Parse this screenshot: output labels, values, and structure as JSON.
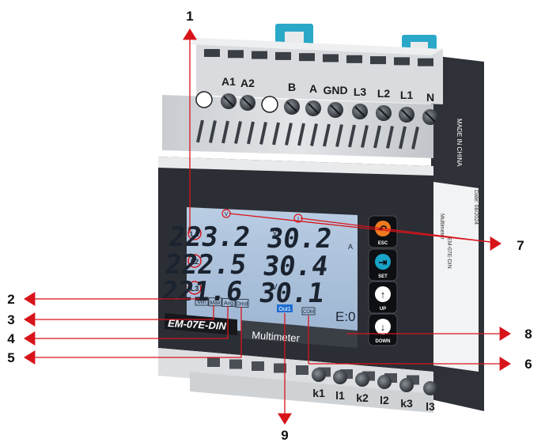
{
  "terminals_top": [
    "A1",
    "A2",
    "B",
    "A",
    "GND",
    "L3",
    "L2",
    "L1",
    "N"
  ],
  "terminals_bottom": [
    "k1",
    "l1",
    "k2",
    "l2",
    "k3",
    "l3"
  ],
  "brand": "EM-07E-DIN",
  "device_name": "Multimeter",
  "side_text": [
    "MADE IN CHINA",
    "Date: 08/2024",
    "Multimeter",
    "EM-07E-DIN"
  ],
  "lcd": {
    "phase_labels": [
      "L1",
      "L2",
      "L3"
    ],
    "voltage_values": [
      "223.2",
      "222.5",
      "221.6"
    ],
    "current_values": [
      "30.2",
      "30.4",
      "30.1"
    ],
    "voltage_unit": "V",
    "current_unit": "A",
    "top_markers": [
      "V",
      "I"
    ],
    "mode_tags": [
      "Min",
      "Max",
      "Avg",
      "Dmd"
    ],
    "out_tag": "Out1",
    "com_tag": "COM",
    "error_text": "E:0"
  },
  "buttons": [
    {
      "label": "ESC",
      "color": "#f07a1e",
      "glyph": "↶"
    },
    {
      "label": "SET",
      "color": "#1aa3c8",
      "glyph": "⇥"
    },
    {
      "label": "UP",
      "color": "#ffffff",
      "glyph": "↑"
    },
    {
      "label": "DOWN",
      "color": "#ffffff",
      "glyph": "↓"
    }
  ],
  "callouts": [
    "1",
    "2",
    "3",
    "4",
    "5",
    "6",
    "7",
    "8",
    "9"
  ],
  "colors": {
    "accent": "#d8141b",
    "clip": "#2aa8c8",
    "lcd": "#aac1db"
  }
}
